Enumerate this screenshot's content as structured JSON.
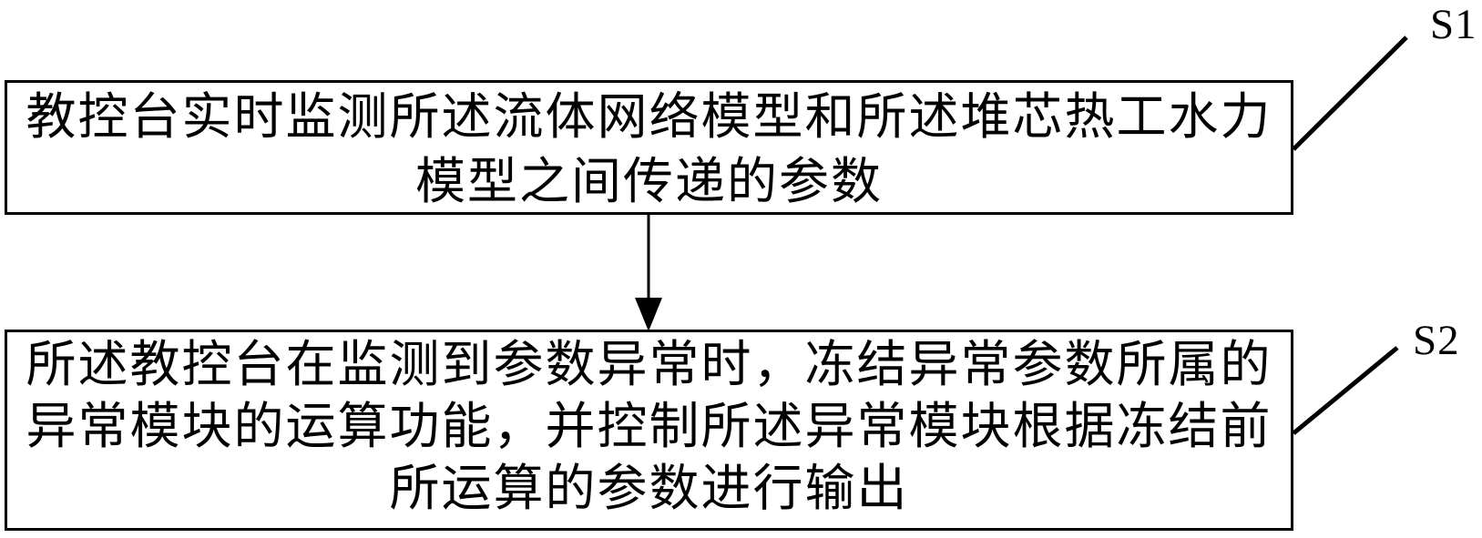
{
  "colors": {
    "ink": "#000000",
    "background": "#ffffff"
  },
  "diagram_type": "flowchart",
  "steps": [
    {
      "label": "S1",
      "lines": [
        "教控台实时监测所述流体网络模型和所述堆芯热工水力",
        "模型之间传递的参数"
      ]
    },
    {
      "label": "S2",
      "lines": [
        "所述教控台在监测到参数异常时，冻结异常参数所属的",
        "异常模块的运算功能，并控制所述异常模块根据冻结前",
        "所运算的参数进行输出"
      ]
    }
  ]
}
